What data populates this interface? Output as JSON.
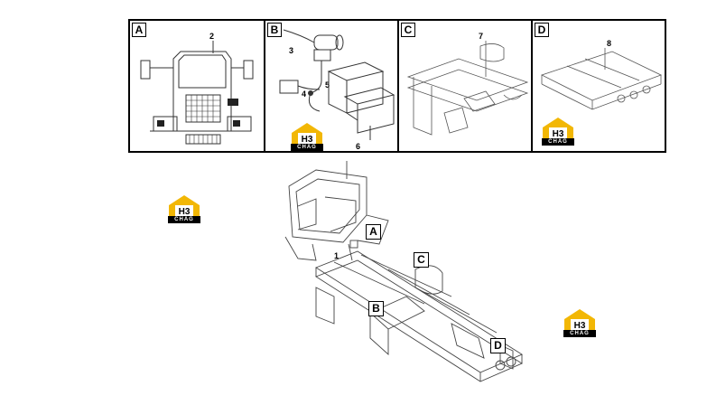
{
  "panels": [
    {
      "letter": "A",
      "callouts": [
        "2"
      ]
    },
    {
      "letter": "B",
      "callouts": [
        "3",
        "5",
        "4",
        "6"
      ]
    },
    {
      "letter": "C",
      "callouts": [
        "7"
      ]
    },
    {
      "letter": "D",
      "callouts": [
        "8"
      ]
    }
  ],
  "main": {
    "callout_1": "1",
    "tags": [
      "A",
      "C",
      "B",
      "D"
    ]
  },
  "logo": {
    "text": "CHAG",
    "mark": "H3"
  },
  "colors": {
    "logo_yellow": "#f2b705",
    "line": "#333333"
  }
}
